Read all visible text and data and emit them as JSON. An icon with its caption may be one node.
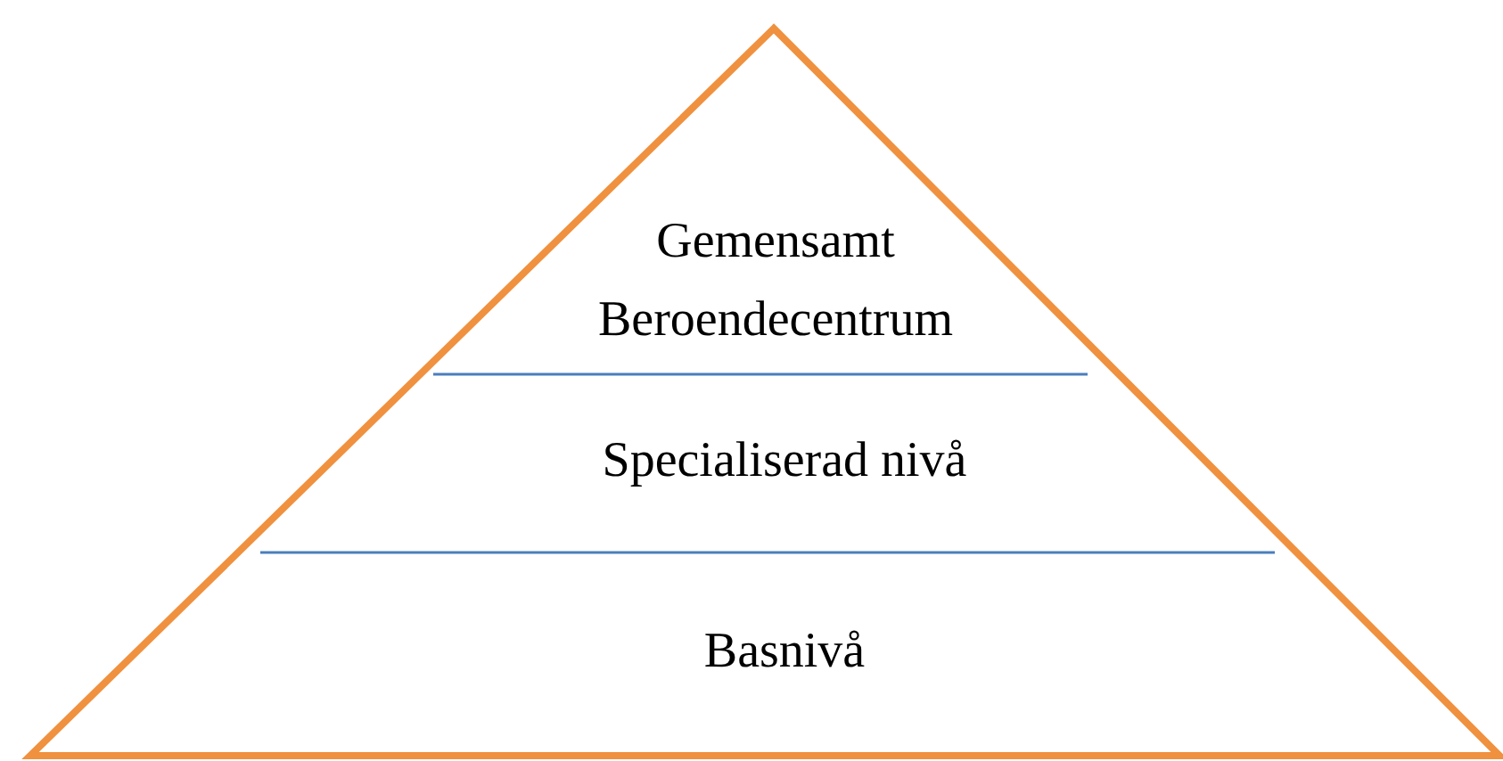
{
  "diagram": {
    "nodes": [
      {
        "text": [
          "Gemensamt Beroendecentrum"
        ]
      },
      {
        "text": [
          "Specialiserad nivå"
        ]
      },
      {
        "text": [
          "Basnivå"
        ]
      }
    ]
  }
}
